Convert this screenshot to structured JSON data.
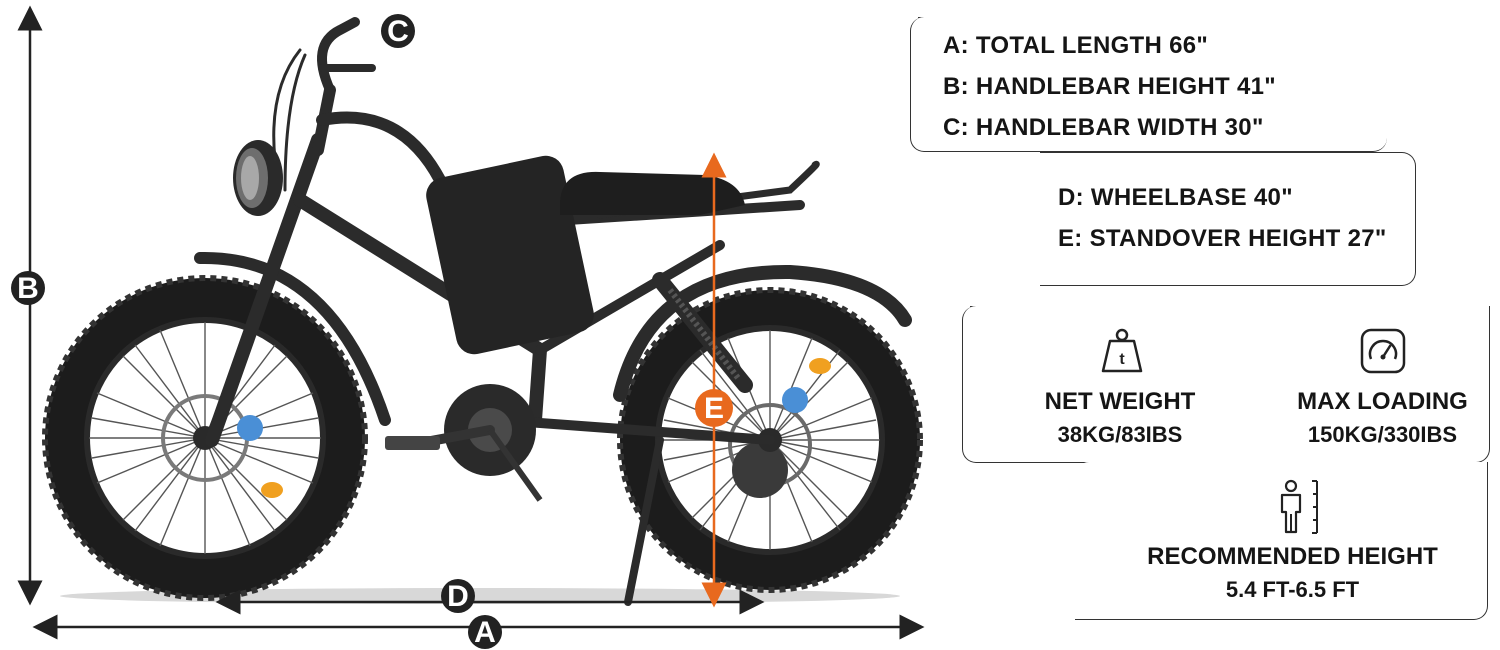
{
  "markers": {
    "a": "A",
    "b": "B",
    "c": "C",
    "d": "D",
    "e": "E"
  },
  "specs": {
    "total_length": "A: TOTAL LENGTH 66\"",
    "handlebar_height": "B: HANDLEBAR HEIGHT 41\"",
    "handlebar_width": "C: HANDLEBAR WIDTH 30\"",
    "wheelbase": "D: WHEELBASE 40\"",
    "standover_height": "E: STANDOVER HEIGHT 27\""
  },
  "net_weight": {
    "label": "NET WEIGHT",
    "value": "38KG/83IBS",
    "icon": "weight-icon",
    "icon_text": "t"
  },
  "max_loading": {
    "label": "MAX LOADING",
    "value": "150KG/330IBS",
    "icon": "gauge-icon"
  },
  "recommended_height": {
    "label": "RECOMMENDED HEIGHT",
    "value": "5.4 FT-6.5 FT",
    "icon": "person-height-icon"
  },
  "colors": {
    "accent": "#e8691e",
    "frame": "#2b2b2b",
    "tire": "#1c1c1c",
    "brake": "#4a8fd6",
    "reflector": "#f0a020"
  }
}
